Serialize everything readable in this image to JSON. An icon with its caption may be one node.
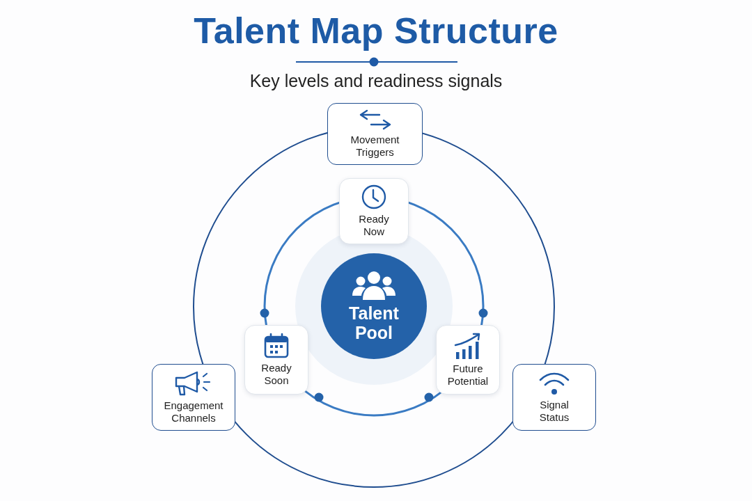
{
  "diagram": {
    "title": "Talent Map Structure",
    "nodes": [
      {
        "text": [
          "Movement Triggers"
        ]
      },
      {
        "text": [
          "Ready Now"
        ]
      },
      {
        "text": [
          "Talent Pool"
        ]
      },
      {
        "text": [
          "Ready Soon"
        ]
      },
      {
        "text": [
          "Future Potential"
        ]
      },
      {
        "text": [
          "Engagement Channels"
        ]
      },
      {
        "text": [
          "Signal Status"
        ]
      }
    ],
    "labels": [
      "Key levels and readiness signals"
    ]
  }
}
